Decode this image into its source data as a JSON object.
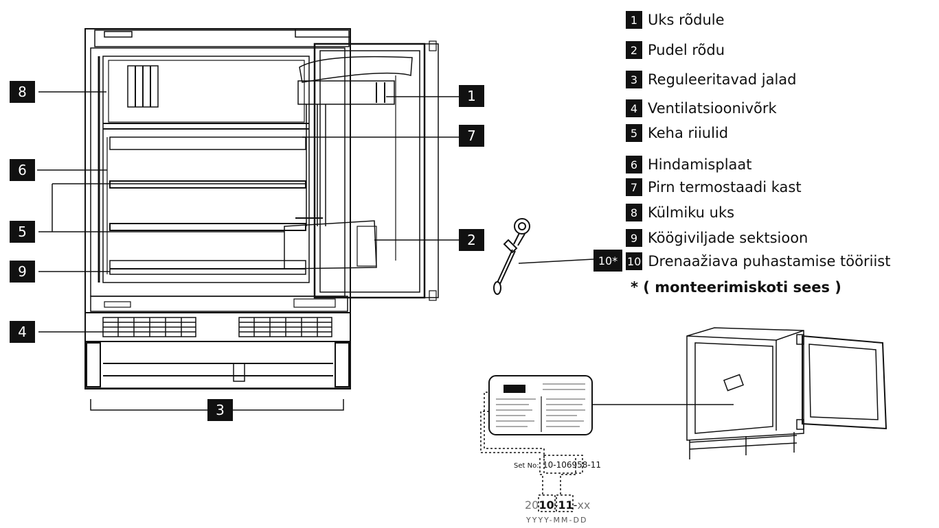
{
  "legend": [
    {
      "num": "1",
      "text": "Uks rõdule"
    },
    {
      "num": "2",
      "text": "Pudel rõdu"
    },
    {
      "num": "3",
      "text": "Reguleeritavad jalad"
    },
    {
      "num": "4",
      "text": "Ventilatsioonivõrk"
    },
    {
      "num": "5",
      "text": "Keha riiulid"
    },
    {
      "num": "6",
      "text": "Hindamisplaat"
    },
    {
      "num": "7",
      "text": "Pirn termostaadi kast"
    },
    {
      "num": "8",
      "text": "Külmiku uks"
    },
    {
      "num": "9",
      "text": "Köögiviljade sektsioon"
    },
    {
      "num": "10",
      "text": "Drenaažiava puhastamise tööriist"
    }
  ],
  "legend_note": "* ( monteerimiskoti sees )",
  "callouts": {
    "c1": "1",
    "c2": "2",
    "c3": "3",
    "c4": "4",
    "c5": "5",
    "c6": "6",
    "c7": "7",
    "c8": "8",
    "c9": "9",
    "c10": "10*"
  },
  "serial": {
    "label": "Set No:",
    "number": "10-106958-11",
    "date_prefix": "20",
    "date_year": "10",
    "date_sep1": "-",
    "date_month": "11",
    "date_sep2": "-",
    "date_day": "xx",
    "format": "YYYY-MM-DD"
  },
  "colors": {
    "ink": "#111111",
    "paper": "#ffffff",
    "grey": "#888888"
  }
}
